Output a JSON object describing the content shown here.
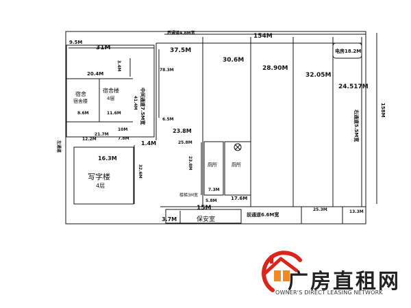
{
  "dimensions": {
    "total_width": "154M",
    "left_width": "31M",
    "left_offset": "9.5M",
    "top_road": "后通道4.8M宽",
    "section_1": "37.5M",
    "section_2": "30.6M",
    "section_3": "28.90M",
    "section_4": "32.05M",
    "section_5": "24.517M",
    "electric_room": "电房18.2M",
    "right_height": "158M",
    "right_road": "右通道5.5M宽",
    "middle_road": "中间通道7.5M宽",
    "d_34": "3.4M",
    "d_204": "20.4M",
    "d_788": "78.3M",
    "d_414": "41.4M",
    "d_868": "8.6M",
    "d_116": "11.6M",
    "d_65": "6.5M",
    "d_238": "23.8M",
    "d_217": "21.7M",
    "d_10": "10M",
    "d_122": "12.2M",
    "d_78": "7.8M",
    "d_14": "1.4M",
    "d_258": "25.8M",
    "d_163": "16.3M",
    "d_322": "32.6M",
    "d_238b": "23.8M",
    "d_73": "7.3M",
    "d_58": "5.8M",
    "d_176": "17.6M",
    "d_15": "15M",
    "d_37": "3.7M",
    "d_253": "25.3M",
    "d_133": "13.3M",
    "front_road": "前通道6.6M宽",
    "left_road": "左通道"
  },
  "rooms": {
    "dorm_a": "宿舍",
    "dorm_a_sub": "宿舍楼",
    "dorm_b": "宿舍楼",
    "dorm_b_floors": "4层",
    "office": "写字楼",
    "office_floors": "4层",
    "toilet_1": "厕所",
    "toilet_2": "厕所",
    "security": "保安室",
    "stairs": "楼梯3M宽"
  },
  "watermark": {
    "name_cn": "广房直租网",
    "name_en": "OWNER'S DIRECT LEASING NETWORK"
  },
  "colors": {
    "logo_red": "#d9261c",
    "logo_orange": "#f08a24",
    "line": "#111111"
  }
}
